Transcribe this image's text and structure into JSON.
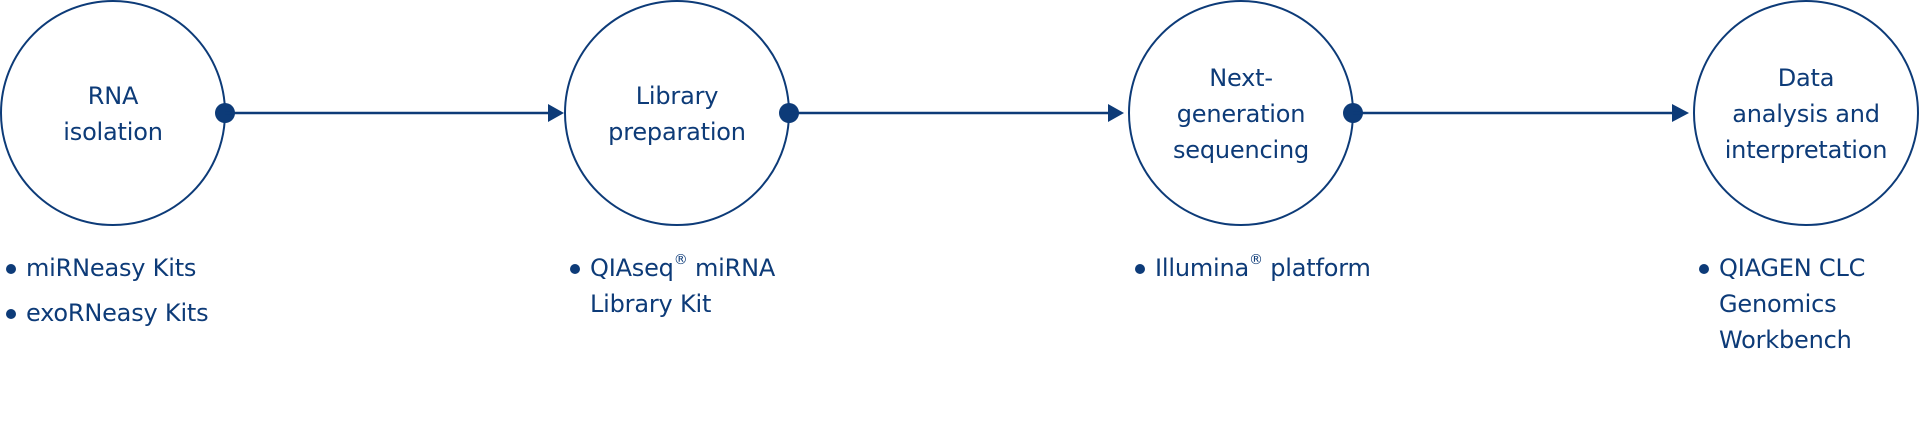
{
  "colors": {
    "primary": "#0d3b78",
    "background": "#ffffff"
  },
  "steps": [
    {
      "id": "rna-isolation",
      "label_lines": [
        "RNA",
        "isolation"
      ],
      "bullets": [
        {
          "lines": [
            "miRNeasy Kits"
          ]
        },
        {
          "lines": [
            "exoRNeasy Kits"
          ]
        }
      ]
    },
    {
      "id": "library-preparation",
      "label_lines": [
        "Library",
        "preparation"
      ],
      "bullets": [
        {
          "lines": [
            "QIAseq",
            "Library Kit"
          ],
          "trademark": "®",
          "after_trademark": " miRNA"
        }
      ]
    },
    {
      "id": "next-generation-sequencing",
      "label_lines": [
        "Next-",
        "generation",
        "sequencing"
      ],
      "bullets": [
        {
          "lines": [
            "Illumina"
          ],
          "trademark": "®",
          "after_trademark": " platform"
        }
      ]
    },
    {
      "id": "data-analysis",
      "label_lines": [
        "Data",
        "analysis and",
        "interpretation"
      ],
      "bullets": [
        {
          "lines": [
            "QIAGEN CLC",
            "Genomics",
            "Workbench"
          ]
        }
      ]
    }
  ],
  "connectors": [
    {
      "from": "rna-isolation",
      "to": "library-preparation",
      "icon": "arrow-right-icon"
    },
    {
      "from": "library-preparation",
      "to": "next-generation-sequencing",
      "icon": "arrow-right-icon"
    },
    {
      "from": "next-generation-sequencing",
      "to": "data-analysis",
      "icon": "arrow-right-icon"
    }
  ]
}
